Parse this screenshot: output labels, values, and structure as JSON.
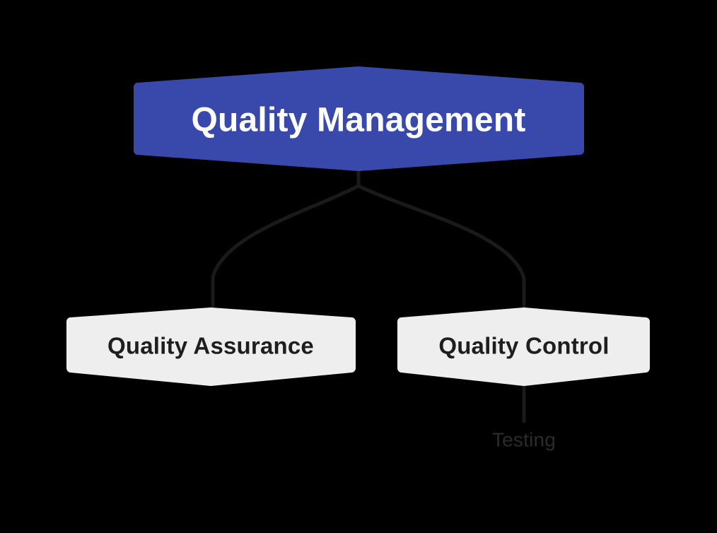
{
  "diagram": {
    "type": "mindmap",
    "root": {
      "label": "Quality Management"
    },
    "children": [
      {
        "label": "Quality Assurance",
        "children": []
      },
      {
        "label": "Quality Control",
        "children": [
          {
            "label": "Testing"
          }
        ]
      }
    ]
  },
  "colors": {
    "background": "#000000",
    "root_fill": "#3949AB",
    "root_text": "#FFFFFF",
    "child_fill": "#EEEEEE",
    "child_text": "#1E1E1E",
    "leaf_text": "#2B2B2B",
    "connector": "#1A1A1A"
  }
}
